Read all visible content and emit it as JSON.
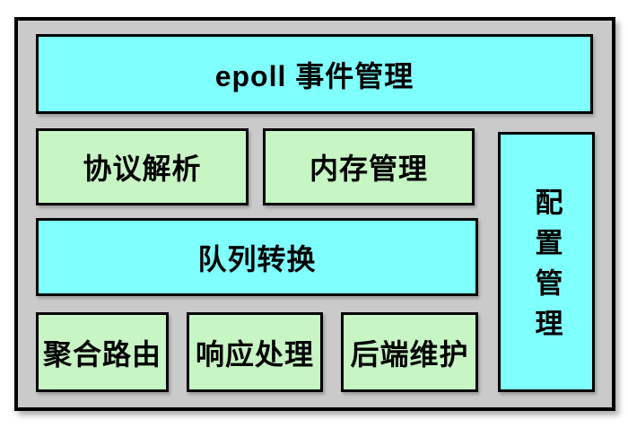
{
  "diagram": {
    "type": "architecture-block-diagram",
    "blocks": {
      "epoll": {
        "label": "epoll 事件管理",
        "color": "#80ffff"
      },
      "protocol": {
        "label": "协议解析",
        "color": "#c7f5c4"
      },
      "memory": {
        "label": "内存管理",
        "color": "#c7f5c4"
      },
      "queue": {
        "label": "队列转换",
        "color": "#80ffff"
      },
      "routing": {
        "label": "聚合路由",
        "color": "#c7f5c4"
      },
      "response": {
        "label": "响应处理",
        "color": "#c7f5c4"
      },
      "backend": {
        "label": "后端维护",
        "color": "#c7f5c4"
      },
      "config": {
        "label": "配置管理",
        "color": "#80ffff",
        "orientation": "vertical"
      }
    },
    "colors": {
      "panel_background": "#cacaca",
      "cyan_block": "#80ffff",
      "green_block": "#c7f5c4",
      "border": "#000000",
      "text": "#000000",
      "page_background": "#ffffff"
    }
  }
}
